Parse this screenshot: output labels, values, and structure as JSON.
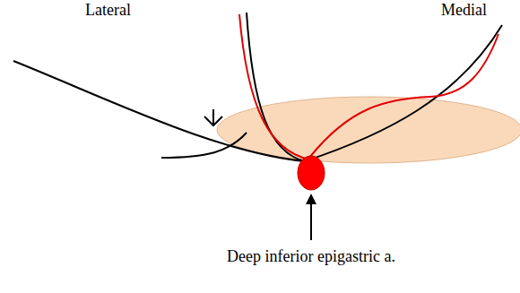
{
  "diagram": {
    "labels": [
      "Lateral",
      "Medial",
      "Deep inferior epigastric a."
    ]
  }
}
